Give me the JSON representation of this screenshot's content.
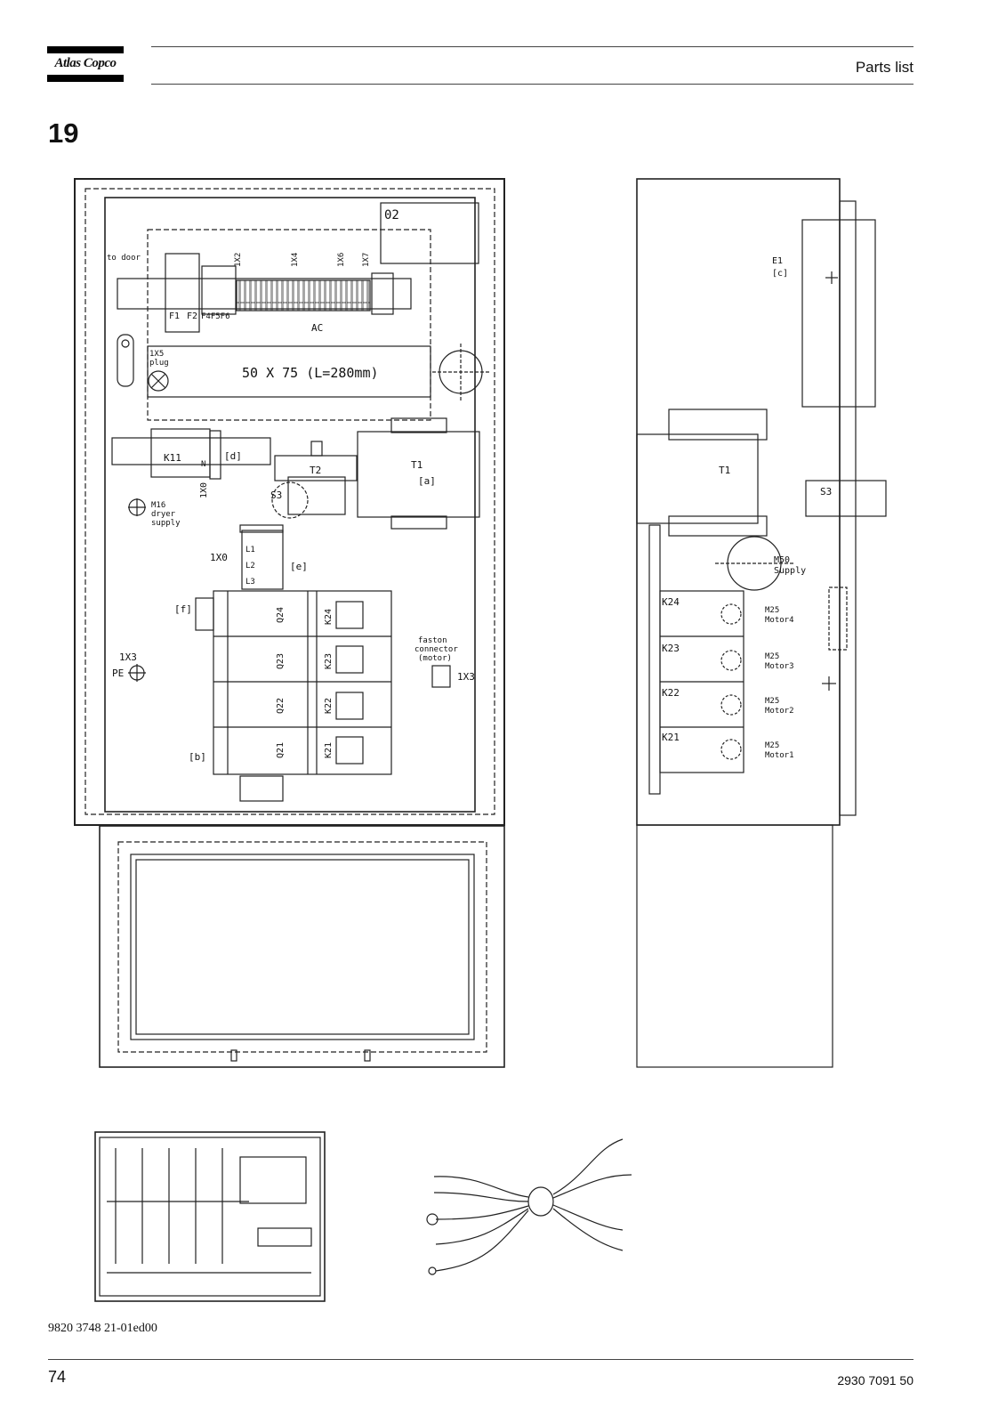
{
  "header": {
    "logo_text": "Atlas Copco",
    "title": "Parts list"
  },
  "section_number": "19",
  "drawing": {
    "front": {
      "to_door": "to door",
      "box_02": "02",
      "terminal_1x2": "1X2",
      "terminal_1x4": "1X4",
      "terminal_1x6": "1X6",
      "terminal_1x7": "1X7",
      "fuse_f1": "F1",
      "fuse_f2": "F2",
      "fuse_f4f5f6": "F4F5F6",
      "ac": "AC",
      "plug_1x5": "1X5",
      "plug_word": "plug",
      "duct": "50 X 75    (L=280mm)",
      "k11": "K11",
      "tag_d": "[d]",
      "n": "N",
      "t2": "T2",
      "t1": "T1",
      "tag_a": "[a]",
      "s3": "S3",
      "m16": "M16",
      "dryer": "dryer",
      "supply": "supply",
      "terminal_1x0_vertical": "1X0",
      "terminal_1x0": "1X0",
      "l1": "L1",
      "l2": "L2",
      "l3": "L3",
      "tag_e": "[e]",
      "tag_f": "[f]",
      "q24": "Q24",
      "q23": "Q23",
      "q22": "Q22",
      "q21": "Q21",
      "k24": "K24",
      "k23": "K23",
      "k22": "K22",
      "k21": "K21",
      "faston_1": "faston",
      "faston_2": "connector",
      "faston_3": "(motor)",
      "faston_1x3": "1X3",
      "pe_1x3": "1X3",
      "pe": "PE",
      "tag_b": "[b]"
    },
    "side": {
      "e1": "E1",
      "tag_c": "[c]",
      "t1": "T1",
      "s3": "S3",
      "m50": "M50",
      "m50_supply": "Supply",
      "k24": "K24",
      "k23": "K23",
      "k22": "K22",
      "k21": "K21",
      "m25": "M25",
      "motor4": "Motor4",
      "motor3": "Motor3",
      "motor2": "Motor2",
      "motor1": "Motor1"
    }
  },
  "doc_code": "9820 3748 21-01ed00",
  "footer": {
    "page_number": "74",
    "document_number": "2930 7091 50"
  }
}
